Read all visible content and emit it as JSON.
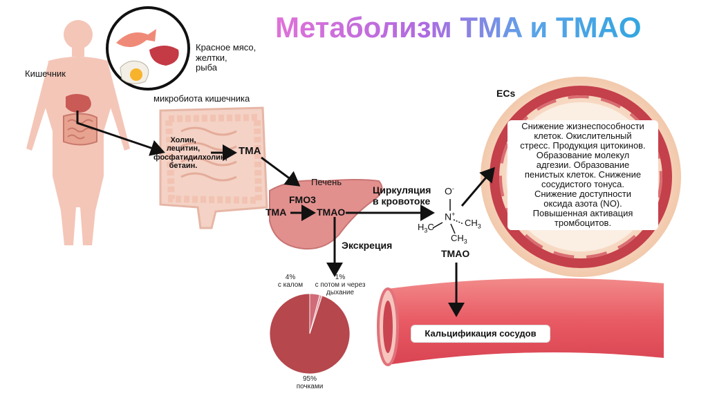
{
  "title": "Метаболизм TMA и TMAO",
  "labels": {
    "intestine": "Кишечник",
    "food": [
      "Красное мясо,",
      "желтки,",
      "рыба"
    ],
    "microbiota": "микробиота кишечника",
    "precursors": [
      "Холин,",
      "лецитин,",
      "фосфатидилхолин,",
      "бетаин."
    ],
    "tma_gut": "TMA",
    "liver": "Печень",
    "fmo3": "FMO3",
    "tma_liver": "TMA",
    "tmao_liver": "TMAO",
    "circulation": [
      "Циркуляция",
      "в кровотоке"
    ],
    "excretion": "Экскреция",
    "ecs": "ECs",
    "tmao_molecule": "TMAO",
    "calcification": "Кальцификация сосудов",
    "effects": [
      "Снижение жизнеспособности",
      "клеток. Окислительный",
      "стресс. Продукция цитокинов.",
      "Образование молекул",
      "адгезии. Образование",
      "пенистых клеток. Снижение",
      "сосудистого тонуса.",
      "Снижение доступности",
      "оксида азота (NO).",
      "Повышенная активация",
      "тромбоцитов."
    ]
  },
  "molecule": {
    "o": "O",
    "o_charge": "-",
    "n": "N",
    "n_charge": "+",
    "ch3": "CH",
    "h3c": "H",
    "c": "C",
    "sub3": "3"
  },
  "colors": {
    "kidney": "#b5474d",
    "feces": "#d06c78",
    "sweat": "#e2a0a8",
    "body": "#f4c6b8",
    "liver": "#e1908e",
    "vessel": "#e56d74"
  },
  "chart_data": {
    "type": "pie",
    "slices": [
      {
        "label": "почками",
        "value": 95
      },
      {
        "label": "с калом",
        "value": 4
      },
      {
        "label": "с потом и через дыхание",
        "value": 1
      }
    ],
    "value_labels": [
      "95%",
      "4%",
      "1%"
    ],
    "caption_lines": {
      "feces": "с калом",
      "sweat": [
        "с потом и через",
        "дыхание"
      ],
      "kidney": "почками"
    }
  }
}
